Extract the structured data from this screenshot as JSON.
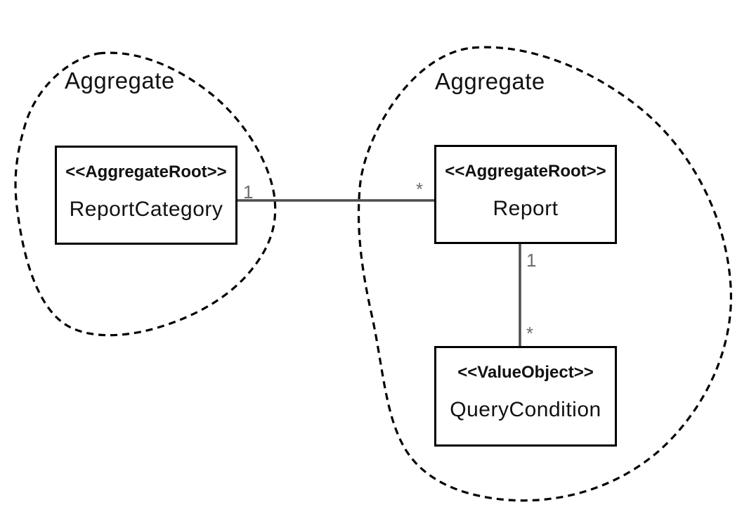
{
  "diagram": {
    "aggregates": [
      {
        "label": "Aggregate",
        "position": "left"
      },
      {
        "label": "Aggregate",
        "position": "right"
      }
    ],
    "classes": [
      {
        "stereotype": "<<AggregateRoot>>",
        "name": "ReportCategory",
        "aggregate": "left"
      },
      {
        "stereotype": "<<AggregateRoot>>",
        "name": "Report",
        "aggregate": "right"
      },
      {
        "stereotype": "<<ValueObject>>",
        "name": "QueryCondition",
        "aggregate": "right"
      }
    ],
    "associations": [
      {
        "from": "ReportCategory",
        "to": "Report",
        "from_multiplicity": "1",
        "to_multiplicity": "*"
      },
      {
        "from": "Report",
        "to": "QueryCondition",
        "from_multiplicity": "1",
        "to_multiplicity": "*"
      }
    ],
    "colors": {
      "background": "#ffffff",
      "box_border": "#000000",
      "boundary": "#000000",
      "connector": "#4d4d4d",
      "multiplicity": "#6e6e6e"
    }
  }
}
